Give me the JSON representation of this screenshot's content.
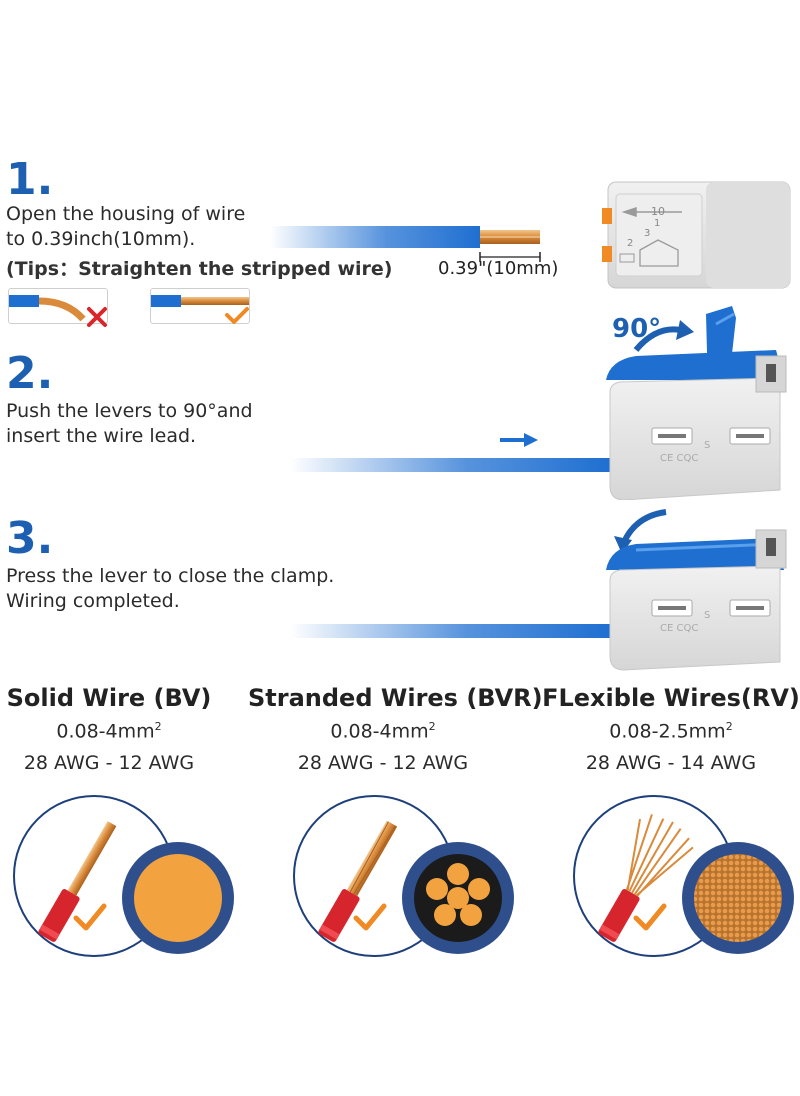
{
  "steps": [
    {
      "number": "1.",
      "lines": [
        "Open the housing of wire",
        "to 0.39inch(10mm)."
      ],
      "tips": "(Tips：Straighten the stripped wire)",
      "measure_label": "0.39\"(10mm)"
    },
    {
      "number": "2.",
      "lines": [
        "Push the levers to 90°and",
        "insert the wire lead."
      ],
      "angle_label": "90°"
    },
    {
      "number": "3.",
      "lines": [
        "Press the lever to close the clamp.",
        "Wiring completed."
      ]
    }
  ],
  "connector_marks": {
    "housing_mark_10": "10",
    "housing_mark_1": "1",
    "housing_mark_2": "2",
    "housing_mark_3": "3",
    "cert_mark": "CE CQC",
    "s_mark": "S"
  },
  "wire_types": [
    {
      "title": "Solid Wire (BV)",
      "area_base": "0.08-4mm",
      "area_sup": "2",
      "awg": "28 AWG - 12 AWG"
    },
    {
      "title": "Stranded Wires (BVR)",
      "area_base": "0.08-4mm",
      "area_sup": "2",
      "awg": "28 AWG - 12 AWG"
    },
    {
      "title": "FLexible Wires(RV)",
      "area_base": "0.08-2.5mm",
      "area_sup": "2",
      "awg": "28 AWG - 14 AWG"
    }
  ],
  "colors": {
    "accent_blue": "#1d5fb0",
    "wire_blue": "#1f6fd1",
    "copper": "#d98a3a",
    "check_orange": "#f08a24",
    "cross_red": "#d8262a",
    "red_insulation": "#d6252c",
    "connector_gray": "#e6e6e6"
  }
}
